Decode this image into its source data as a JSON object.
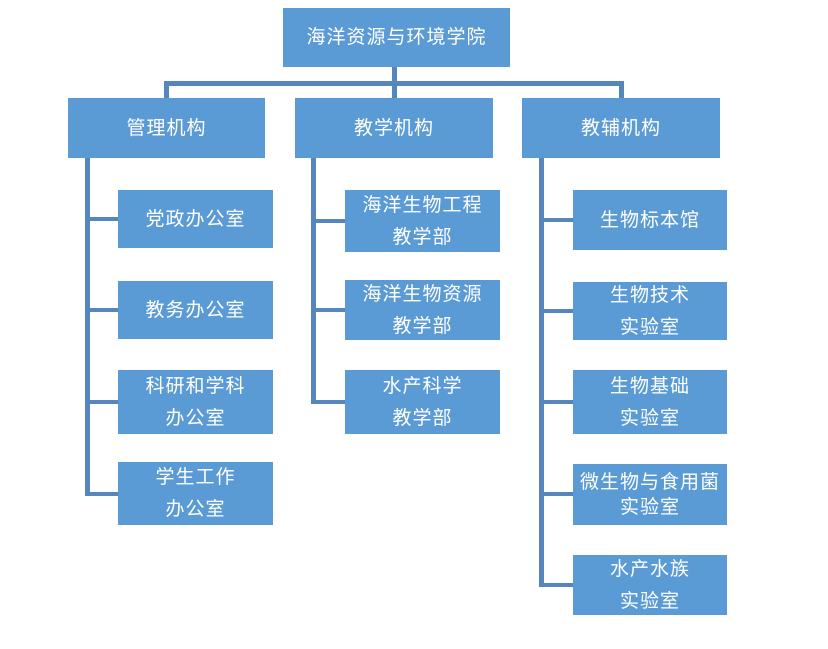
{
  "colors": {
    "box_fill": "#5B9BD5",
    "connector": "#5586BD",
    "box_text": "#FFFFFF",
    "background": "#FFFFFF"
  },
  "root": {
    "label": "海洋资源与环境学院"
  },
  "branches": [
    {
      "label": "管理机构",
      "children": [
        {
          "line1": "党政办公室"
        },
        {
          "line1": "教务办公室"
        },
        {
          "line1": "科研和学科",
          "line2": "办公室"
        },
        {
          "line1": "学生工作",
          "line2": "办公室"
        }
      ]
    },
    {
      "label": "教学机构",
      "children": [
        {
          "line1": "海洋生物工程",
          "line2": "教学部"
        },
        {
          "line1": "海洋生物资源",
          "line2": "教学部"
        },
        {
          "line1": "水产科学",
          "line2": "教学部"
        }
      ]
    },
    {
      "label": "教辅机构",
      "children": [
        {
          "line1": "生物标本馆"
        },
        {
          "line1": "生物技术",
          "line2": "实验室"
        },
        {
          "line1": "生物基础",
          "line2": "实验室"
        },
        {
          "line1": "微生物与食用菌",
          "line2": "实验室"
        },
        {
          "line1": "水产水族",
          "line2": "实验室"
        }
      ]
    }
  ]
}
